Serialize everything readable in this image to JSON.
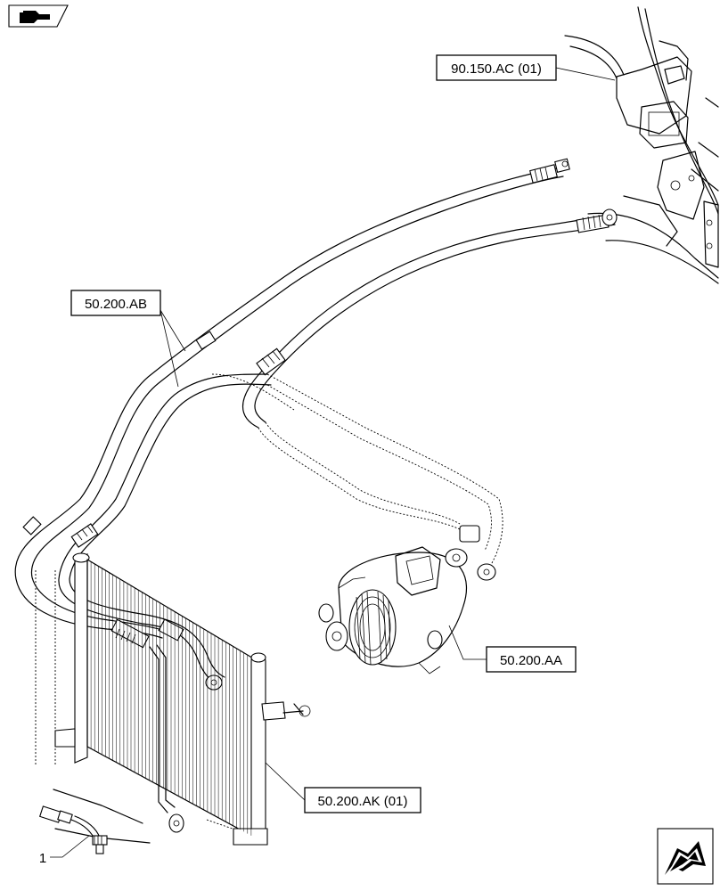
{
  "callouts": {
    "ref_90_150_ac": "90.150.AC (01)",
    "ref_50_200_ab": "50.200.AB",
    "ref_50_200_aa": "50.200.AA",
    "ref_50_200_ak": "50.200.AK (01)"
  },
  "item_number": "1",
  "icons": {
    "top_left": "book-hand-icon",
    "bottom_right": "arrow-next-page-icon"
  }
}
